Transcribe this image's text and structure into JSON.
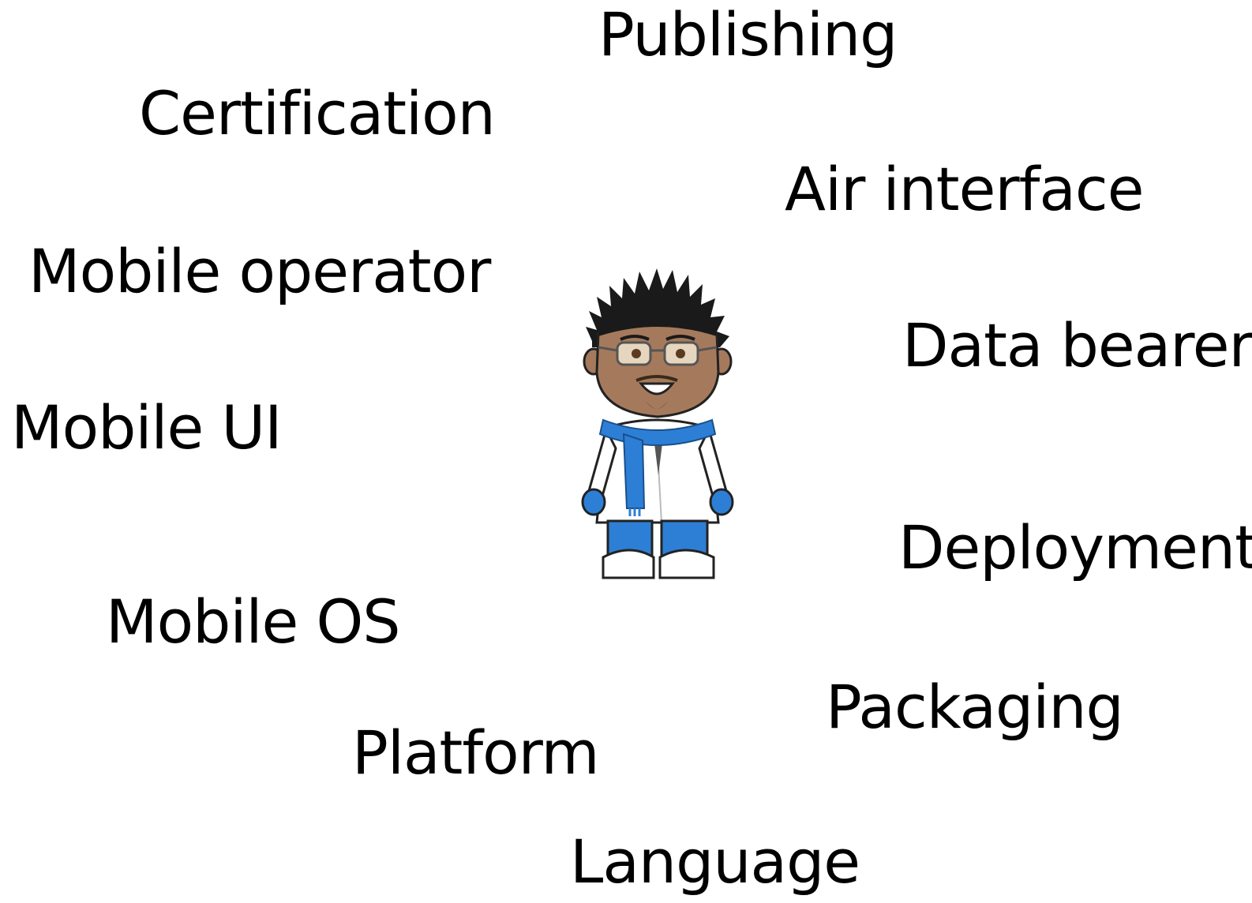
{
  "terms": {
    "publishing": "Publishing",
    "certification": "Certification",
    "air_interface": "Air interface",
    "mobile_operator": "Mobile operator",
    "data_bearer": "Data bearer",
    "mobile_ui": "Mobile UI",
    "deployment": "Deployment",
    "mobile_os": "Mobile OS",
    "packaging": "Packaging",
    "platform": "Platform",
    "language": "Language"
  },
  "character": {
    "icon": "developer-avatar-icon",
    "colors": {
      "skin": "#a57a5c",
      "hair": "#1a1a1a",
      "scarf": "#2d7fd6",
      "coat": "#ffffff",
      "coat_outline": "#222222",
      "pants": "#2d7fd6",
      "shoes": "#ffffff"
    }
  }
}
